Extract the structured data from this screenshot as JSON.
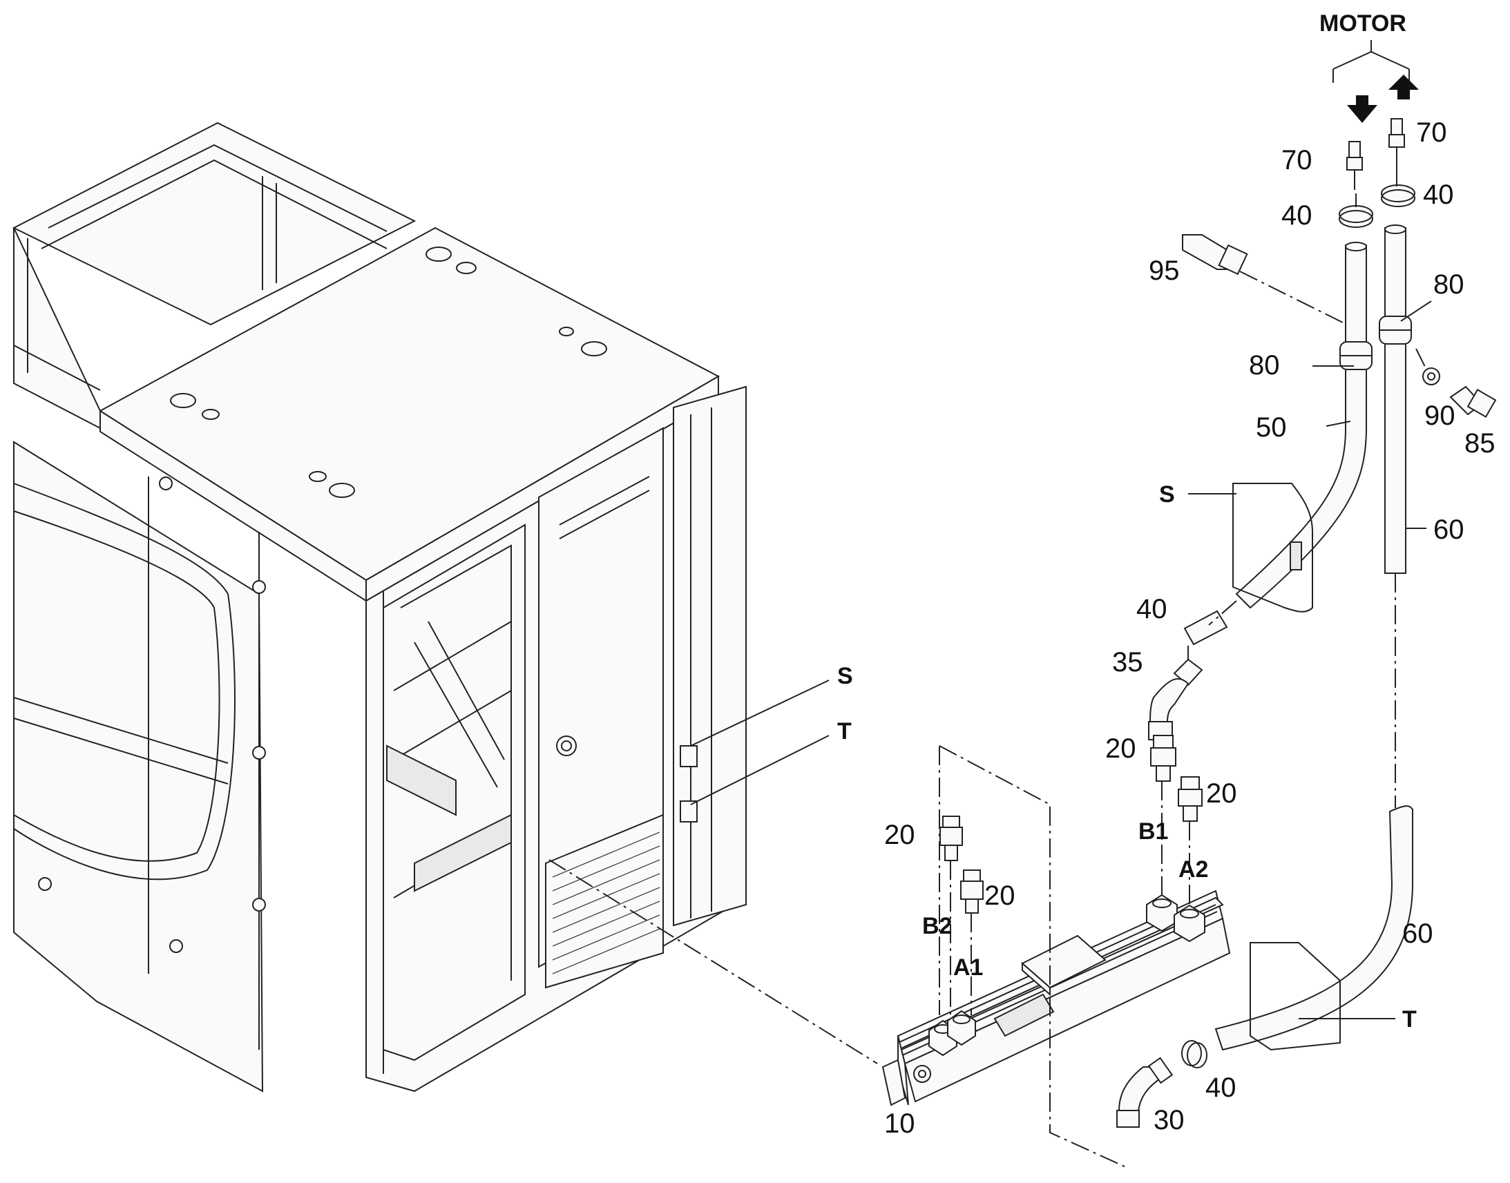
{
  "header": {
    "motor_label": "MOTOR"
  },
  "callouts": {
    "c70a": "70",
    "c70b": "70",
    "c40a": "40",
    "c40b": "40",
    "c40c": "40",
    "c40d": "40",
    "c95": "95",
    "c80a": "80",
    "c80b": "80",
    "c90": "90",
    "c85": "85",
    "c50": "50",
    "c60a": "60",
    "c60b": "60",
    "c35": "35",
    "c20a": "20",
    "c20b": "20",
    "c20c": "20",
    "c20d": "20",
    "c10": "10",
    "c30": "30"
  },
  "ports": {
    "b1": "B1",
    "a2": "A2",
    "b2": "B2",
    "a1": "A1"
  },
  "zones": {
    "s1": "S",
    "t1": "T",
    "s2": "S",
    "t2": "T"
  },
  "arrows": {
    "down": "arrow-down-icon",
    "up": "arrow-up-icon"
  }
}
